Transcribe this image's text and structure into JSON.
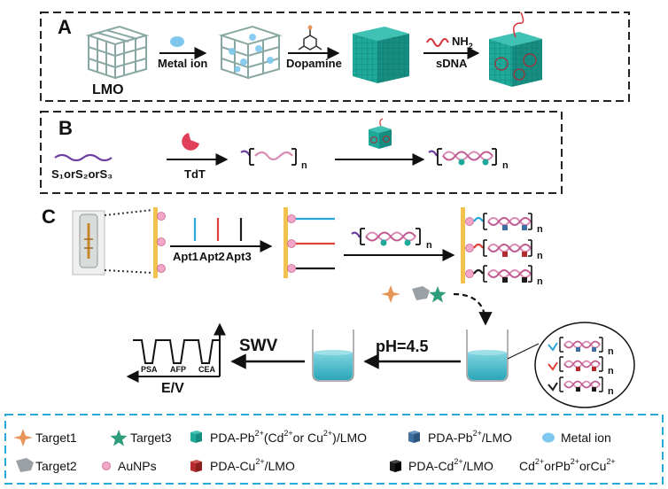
{
  "panels": {
    "A": {
      "label": "A",
      "lmo": "LMO",
      "step1": "Metal ion",
      "step2": "Dopamine",
      "step3": "sDNA",
      "nh2": "NH",
      "nh2_sub": "2"
    },
    "B": {
      "label": "B",
      "strands": "S₁orS₂orS₃",
      "enzyme": "TdT",
      "n": "n"
    },
    "C": {
      "label": "C",
      "apt1": "Apt1",
      "apt2": "Apt2",
      "apt3": "Apt3",
      "n": "n",
      "ph": "pH=4.5",
      "swv": "SWV",
      "peaks": [
        "PSA",
        "AFP",
        "CEA"
      ],
      "axis": "E/V"
    }
  },
  "legend": {
    "target1": "Target1",
    "target2": "Target2",
    "target3": "Target3",
    "aunps": "AuNPs",
    "pda_mix": "PDA-Pb",
    "pda_mix_rest": "(Cd",
    "pda_mix_or": "or Cu",
    "pda_mix_end": ")/LMO",
    "pda_pb": "PDA-Pb",
    "pda_pb_end": "/LMO",
    "pda_cu": "PDA-Cu",
    "pda_cu_end": "/LMO",
    "pda_cd": "PDA-Cd",
    "pda_cd_end": "/LMO",
    "metal_ion": "Metal ion",
    "ions_cd": "Cd",
    "ions_or1": "or",
    "ions_pb": "Pb",
    "ions_or2": "or",
    "ions_cu": "Cu",
    "charge": "2+"
  },
  "colors": {
    "cube_teal": "#1fa99a",
    "pda_pb_blue": "#3f6fa0",
    "pda_cu_red": "#b52a2a",
    "pda_cd_black": "#1b1b1b",
    "metal_ion": "#7ec8ee",
    "aunp_pink": "#f2a6c9",
    "target1_orange": "#e8955a",
    "target3_green": "#2f9c7c",
    "apt1_blue": "#2aa6d8",
    "apt2_red": "#e0403a",
    "dna_pink": "#d98bb4",
    "solution": "#55c3d2",
    "legend_border": "#2aa9d8"
  }
}
